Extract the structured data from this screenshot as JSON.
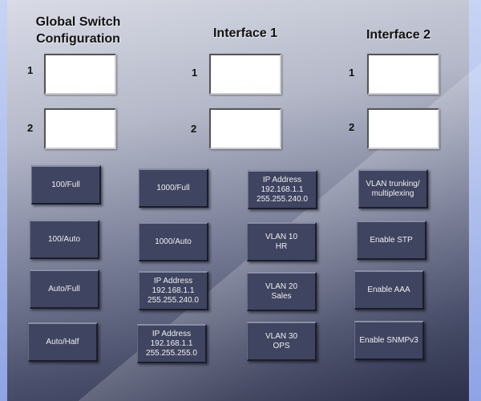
{
  "headings": {
    "global": "Global Switch\nConfiguration",
    "interface1": "Interface 1",
    "interface2": "Interface 2"
  },
  "slot_labels": [
    "1",
    "2"
  ],
  "buttons": {
    "col1": [
      "100/Full",
      "100/Auto",
      "Auto/Full",
      "Auto/Half"
    ],
    "col2": [
      "1000/Full",
      "1000/Auto",
      "IP Address\n192.168.1.1\n255.255.240.0",
      "IP Address\n192.168.1.1\n255.255.255.0"
    ],
    "col3": [
      "IP Address\n192.168.1.1\n255.255.240.0",
      "VLAN 10\nHR",
      "VLAN 20\nSales",
      "VLAN 30\nOPS"
    ],
    "col4": [
      "VLAN trunking/\nmultiplexing",
      "Enable STP",
      "Enable AAA",
      "Enable SNMPv3"
    ]
  }
}
